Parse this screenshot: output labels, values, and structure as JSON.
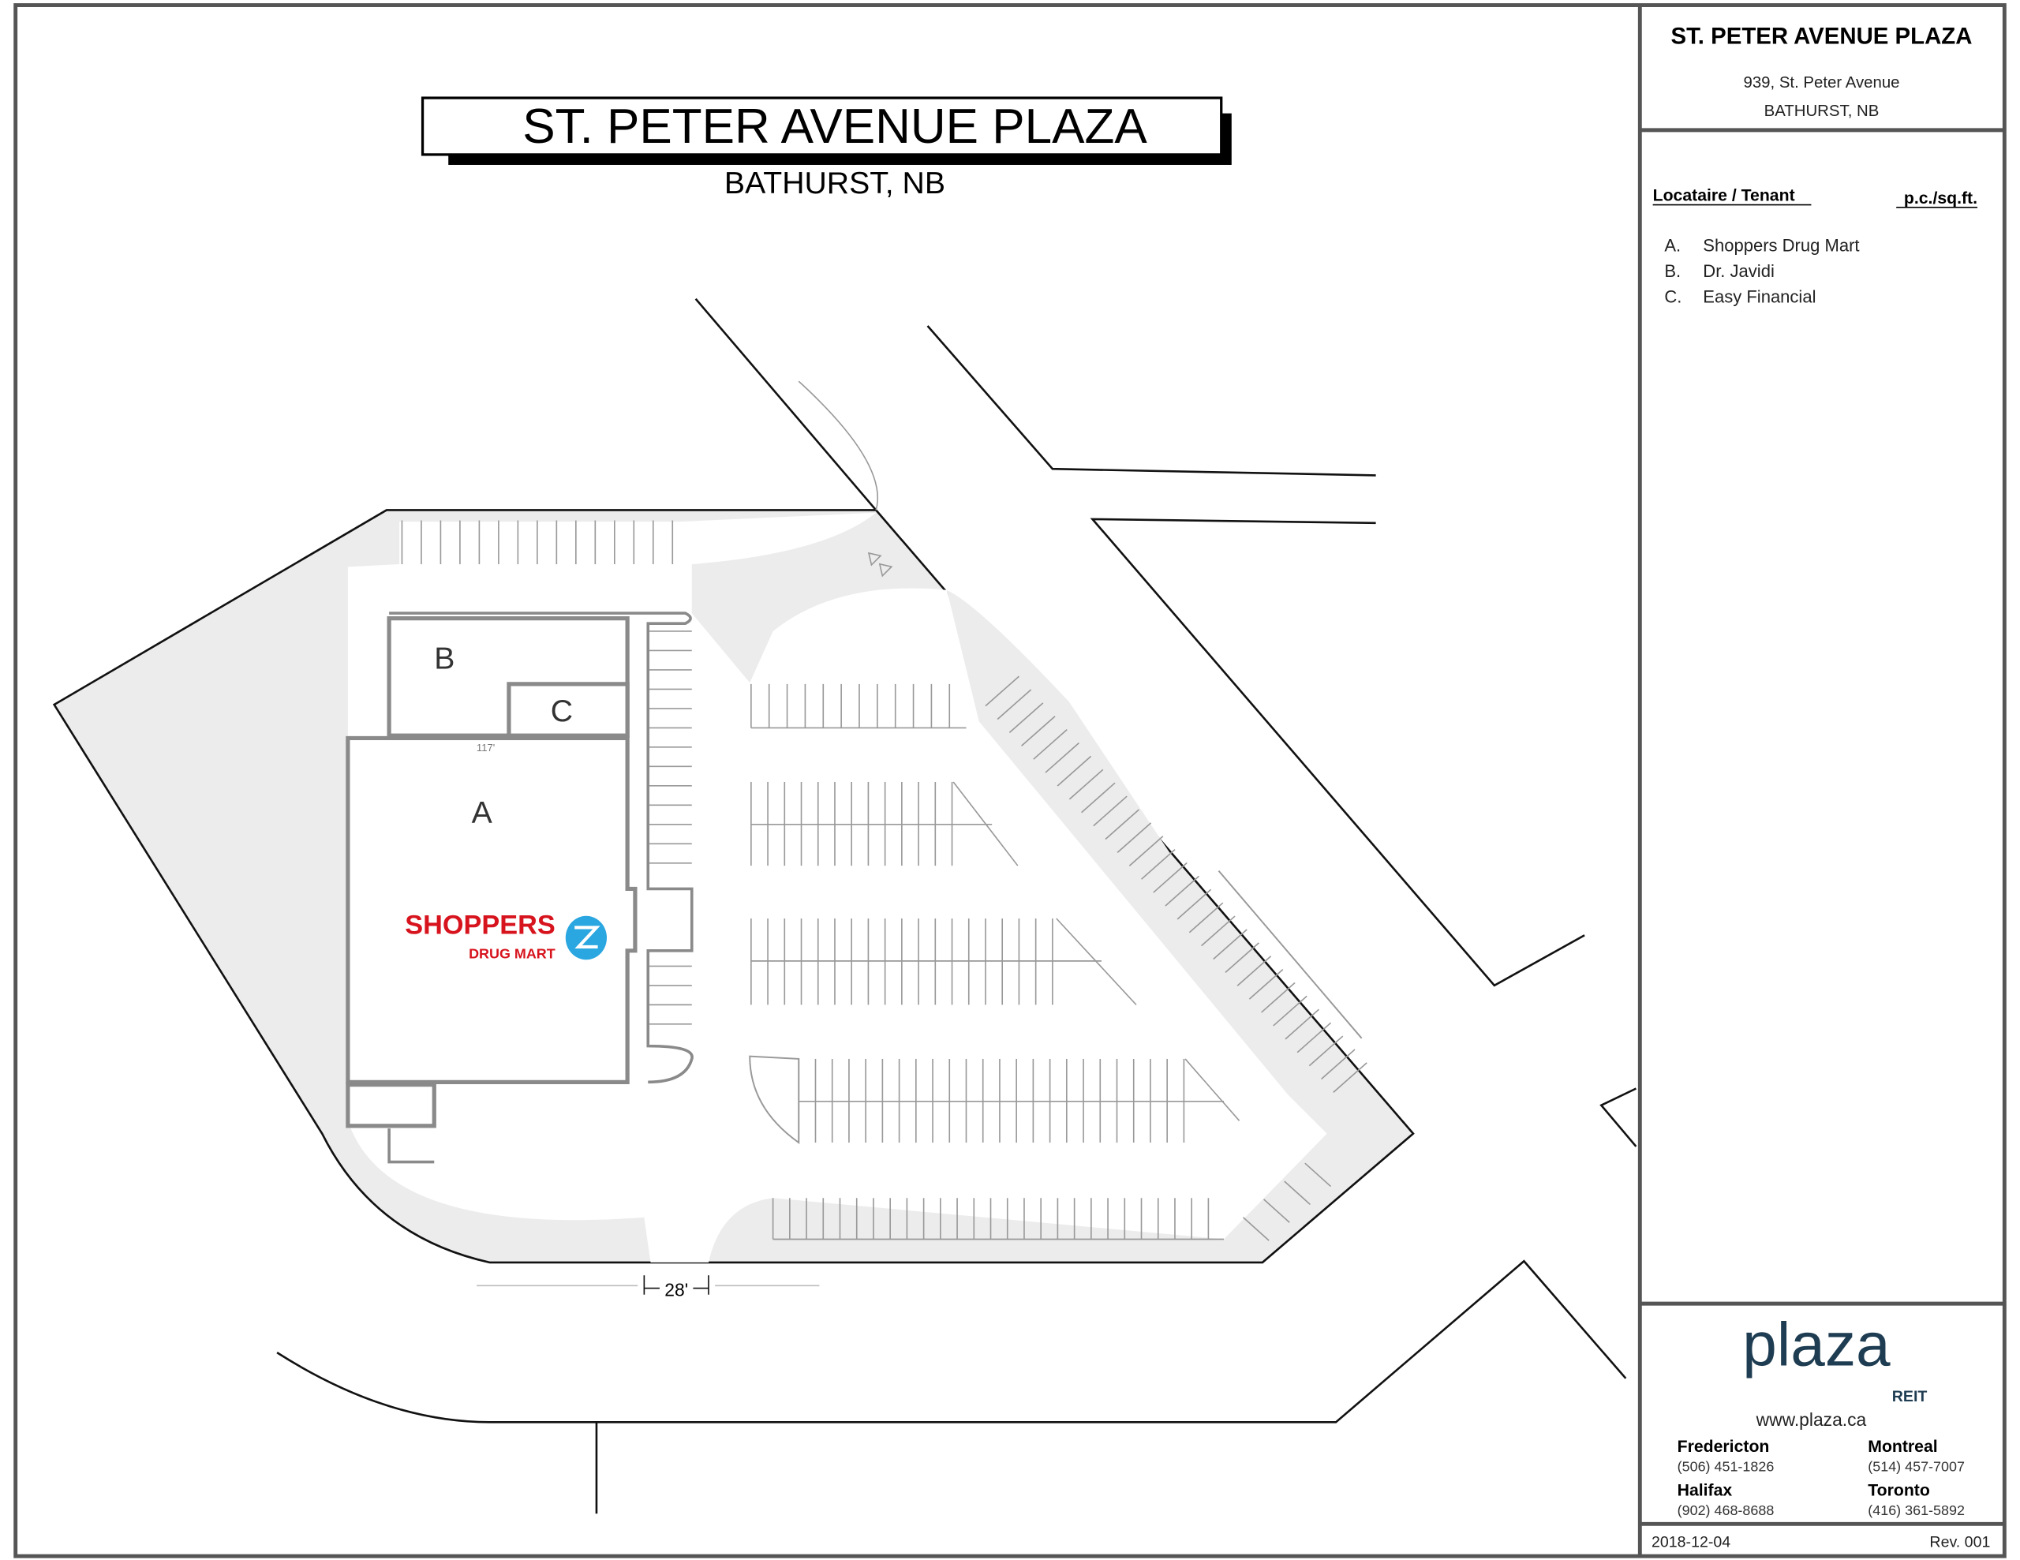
{
  "plan": {
    "title": "ST. PETER  AVENUE PLAZA",
    "subtitle": "BATHURST, NB",
    "units": [
      {
        "letter": "A"
      },
      {
        "letter": "B"
      },
      {
        "letter": "C"
      }
    ],
    "dimension_building": "117'",
    "dimension_entrance": "28'",
    "tenant_logo": {
      "line1": "SHOPPERS",
      "line2": "DRUG MART",
      "color": "#d7141e",
      "icon_color": "#2aa6e0"
    }
  },
  "panel": {
    "title": "ST. PETER AVENUE PLAZA",
    "address_line1": "939, St. Peter Avenue",
    "address_line2": "BATHURST, NB",
    "tenant_header": "Locataire / Tenant",
    "area_header": "p.c./sq.ft.",
    "tenants": [
      {
        "letter": "A.",
        "name": "Shoppers Drug Mart"
      },
      {
        "letter": "B.",
        "name": "Dr. Javidi"
      },
      {
        "letter": "C.",
        "name": "Easy Financial"
      }
    ],
    "logo": {
      "word": "plaza",
      "sub": "REIT",
      "color": "#1f3d52"
    },
    "website": "www.plaza.ca",
    "offices": [
      {
        "city": "Fredericton",
        "phone": "(506) 451-1826"
      },
      {
        "city": "Montreal",
        "phone": "(514) 457-7007"
      },
      {
        "city": "Halifax",
        "phone": "(902) 468-8688"
      },
      {
        "city": "Toronto",
        "phone": "(416) 361-5892"
      }
    ],
    "date": "2018-12-04",
    "revision": "Rev. 001"
  }
}
